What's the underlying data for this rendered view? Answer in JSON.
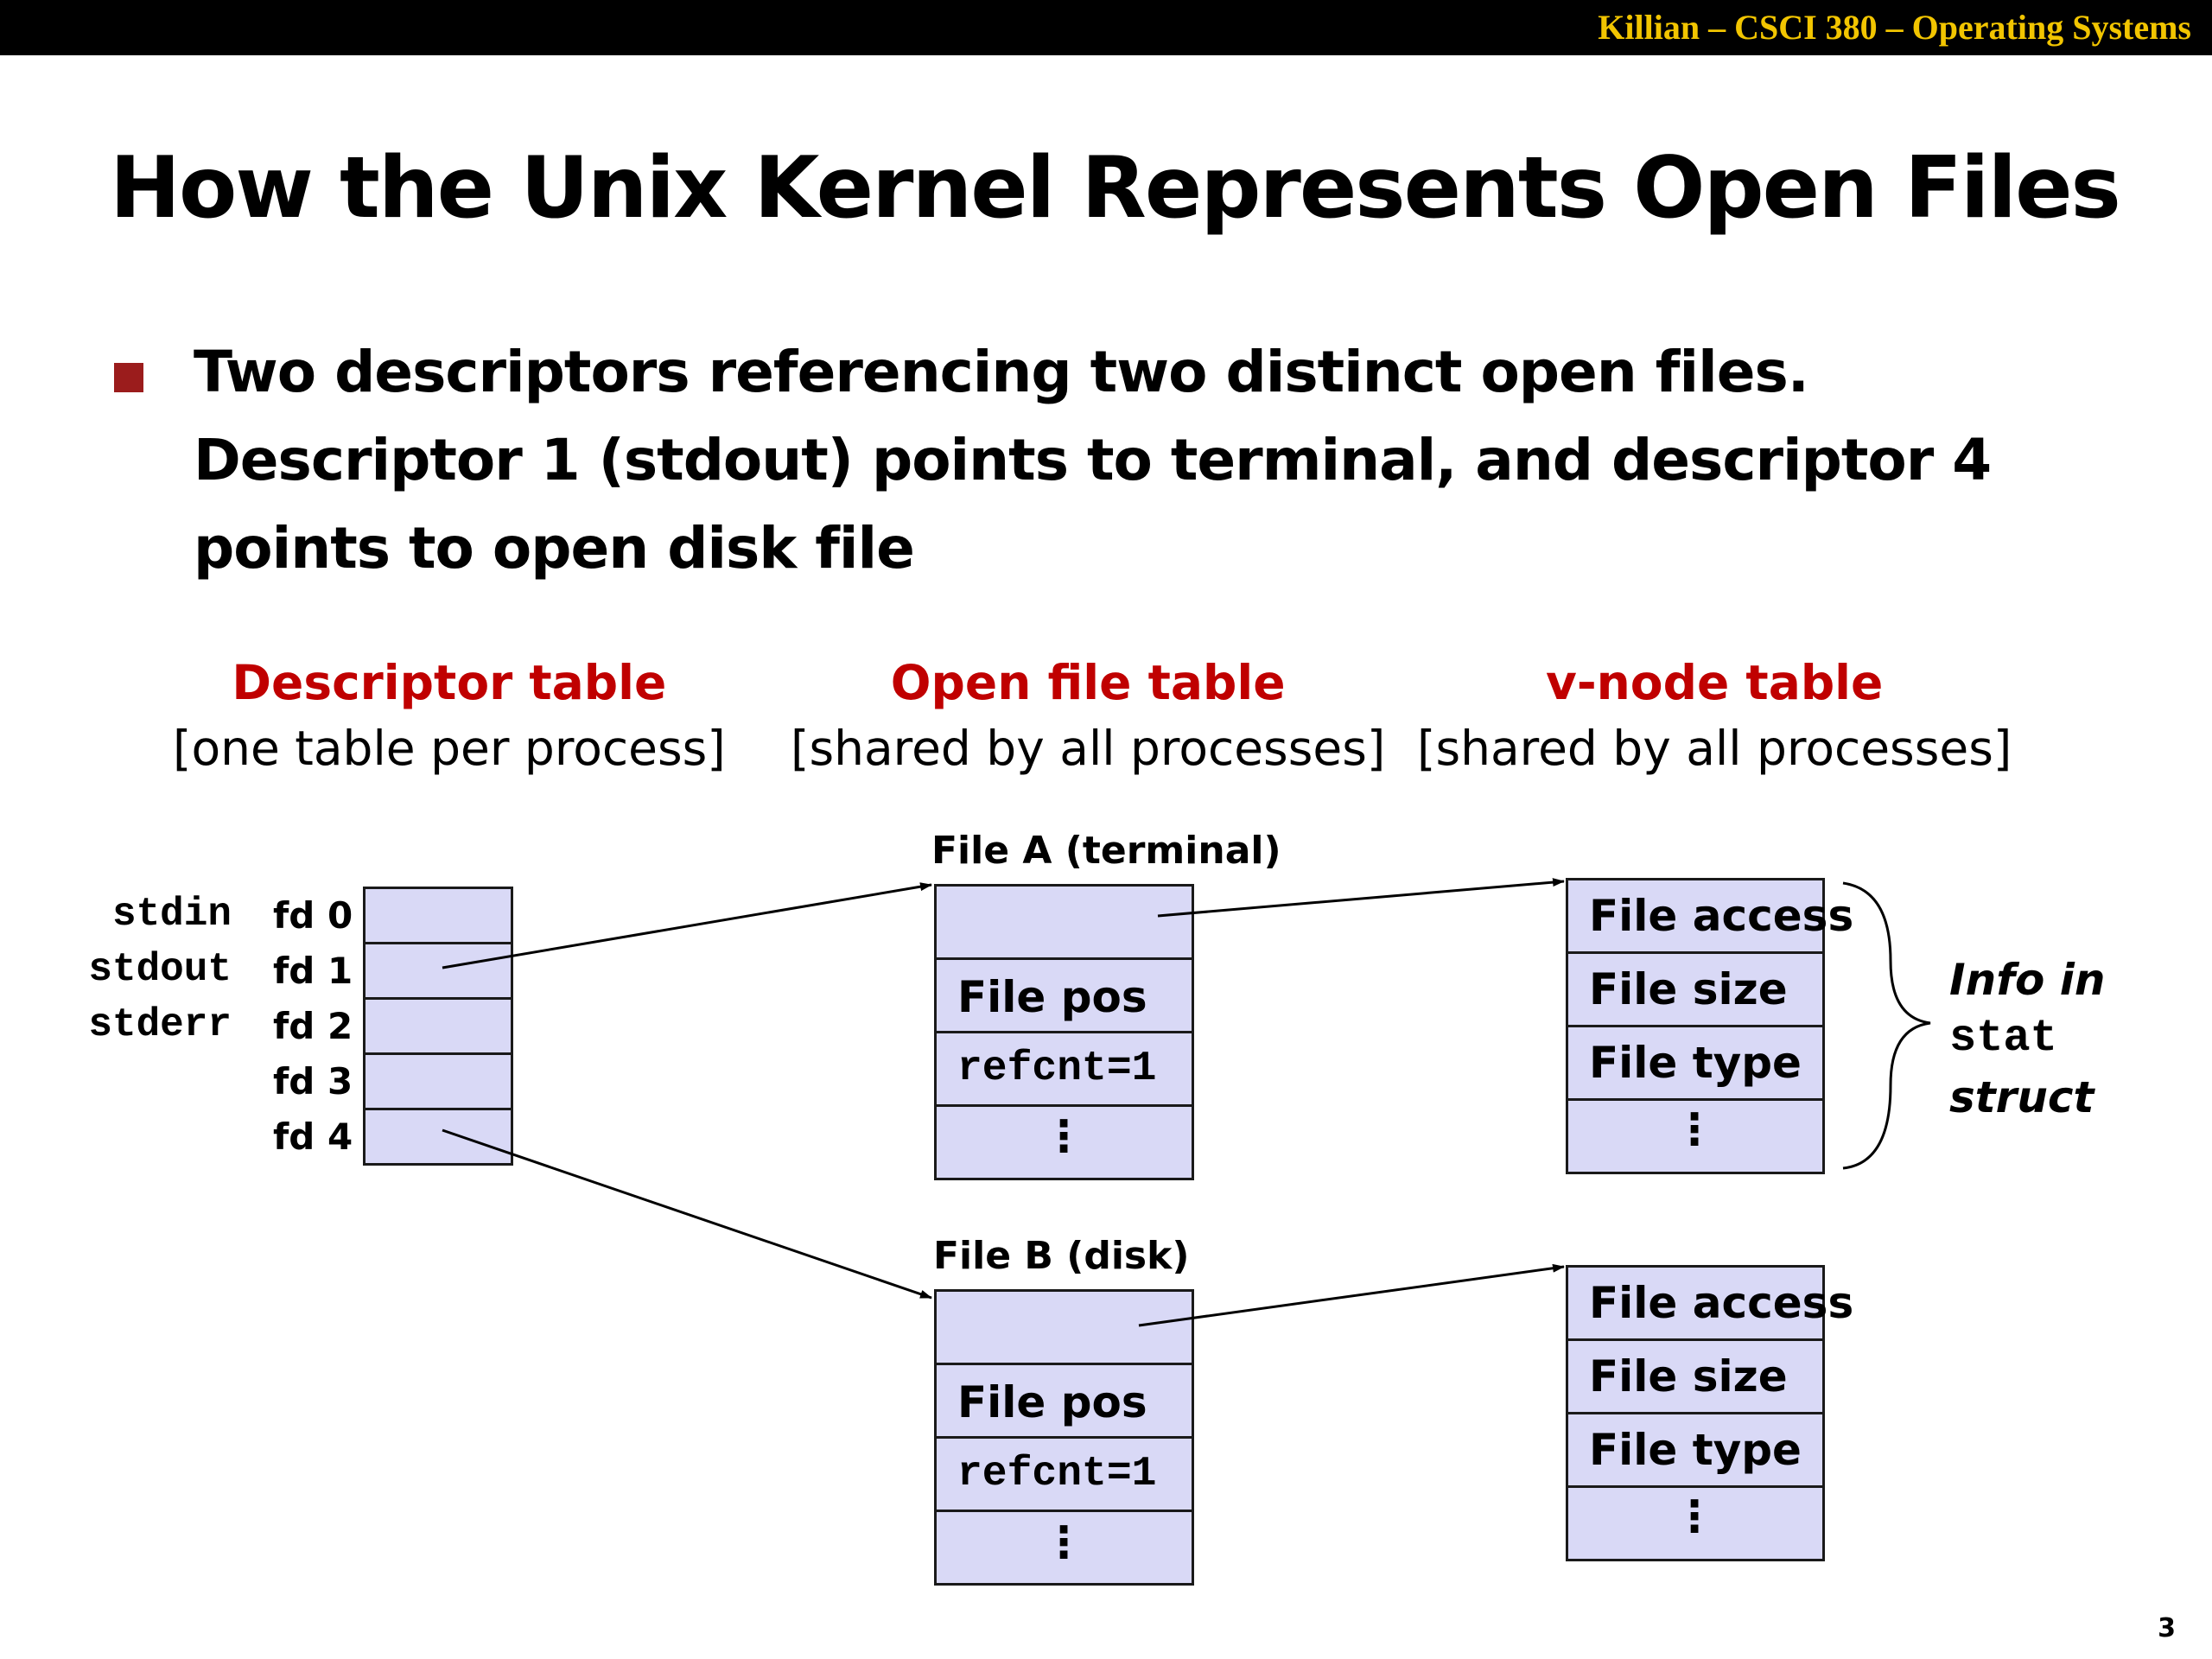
{
  "header": {
    "course": "Killian – CSCI 380 – Operating Systems"
  },
  "slide": {
    "title": "How the Unix Kernel Represents Open Files",
    "bullet": "Two descriptors referencing two distinct open files. Descriptor 1 (stdout) points to terminal, and descriptor 4 points to open disk file",
    "page_number": "3"
  },
  "columns": {
    "descriptor": {
      "title": "Descriptor table",
      "subtitle": "[one table per process]"
    },
    "open_file": {
      "title": "Open file table",
      "subtitle": "[shared by all processes]"
    },
    "vnode": {
      "title": "v-node table",
      "subtitle": "[shared by all processes]"
    }
  },
  "descriptor_table": {
    "streams": [
      "stdin",
      "stdout",
      "stderr"
    ],
    "fds": [
      "fd 0",
      "fd 1",
      "fd 2",
      "fd 3",
      "fd 4"
    ]
  },
  "file_a": {
    "label": "File A (terminal)",
    "file_pos": "File pos",
    "refcnt": "refcnt=1",
    "more": "⋮"
  },
  "file_b": {
    "label": "File B (disk)",
    "file_pos": "File pos",
    "refcnt": "refcnt=1",
    "more": "⋮"
  },
  "vnode_a": {
    "rows": [
      "File access",
      "File size",
      "File type"
    ],
    "more": "⋮"
  },
  "vnode_b": {
    "rows": [
      "File access",
      "File size",
      "File type"
    ],
    "more": "⋮"
  },
  "stat_note": {
    "line1": "Info in",
    "line2": "stat",
    "line3": "struct"
  },
  "colors": {
    "cell_fill": "#d9d9f6",
    "heading_red": "#c00000",
    "bullet_red": "#9b1c1c",
    "header_gold": "#f2c500"
  }
}
